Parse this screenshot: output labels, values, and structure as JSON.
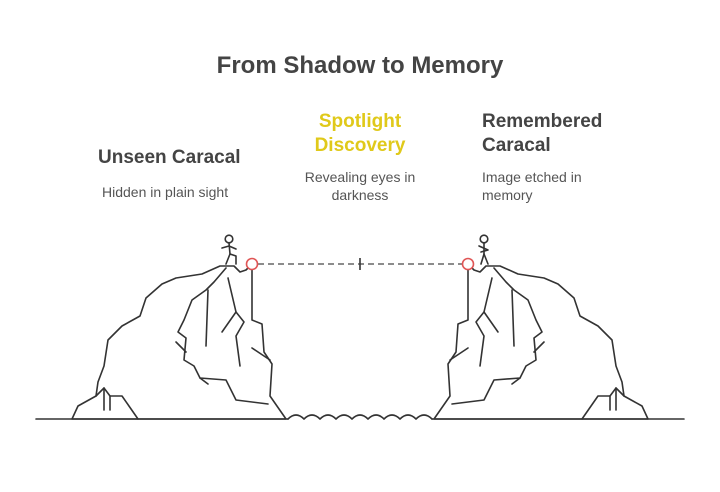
{
  "title": "From Shadow to Memory",
  "steps": [
    {
      "heading": "Unseen Caracal",
      "description": "Hidden in plain sight"
    },
    {
      "heading": "Spotlight Discovery",
      "description": "Revealing eyes in darkness"
    },
    {
      "heading": "Remembered Caracal",
      "description": "Image etched in memory"
    }
  ],
  "colors": {
    "text": "#444444",
    "accent": "#e0c91a",
    "stroke": "#333333",
    "marker": "#e05555",
    "dash": "#666666"
  },
  "icons": [
    "person-walking-icon",
    "person-standing-icon",
    "cliff-icon",
    "water-icon"
  ]
}
